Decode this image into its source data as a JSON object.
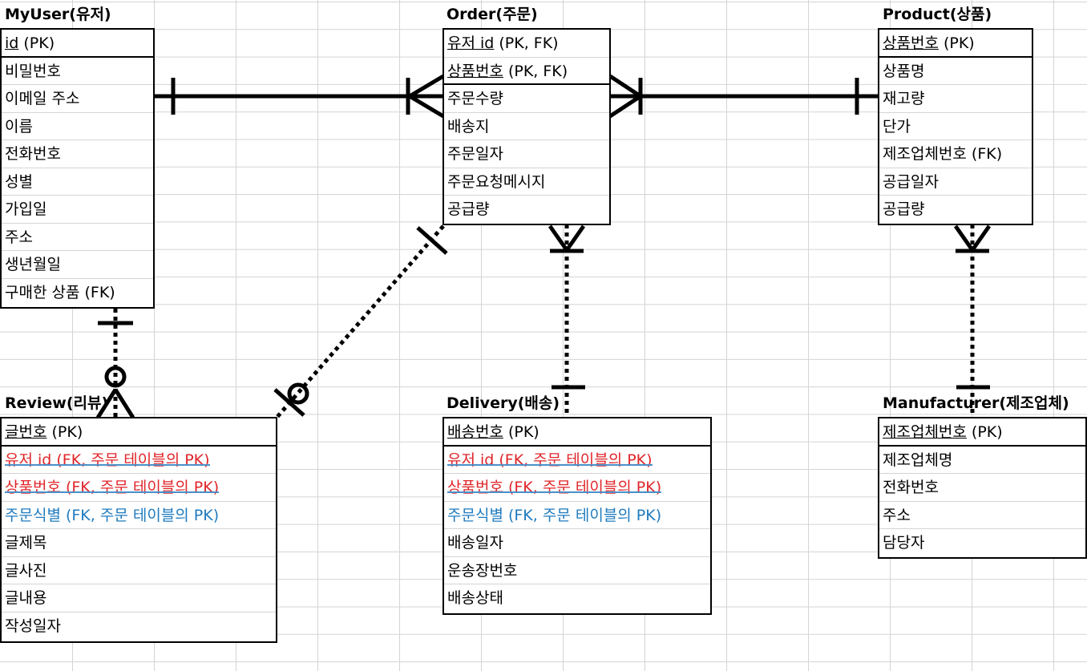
{
  "entities": {
    "myuser": {
      "title": "MyUser(유저)",
      "rows": [
        {
          "pk": "id",
          "rest": " (PK)"
        },
        {
          "text": "비밀번호"
        },
        {
          "text": "이메일 주소"
        },
        {
          "text": "이름"
        },
        {
          "text": "전화번호"
        },
        {
          "text": "성별"
        },
        {
          "text": "가입일"
        },
        {
          "text": "주소"
        },
        {
          "text": "생년월일"
        },
        {
          "text": "구매한 상품 (FK)"
        }
      ]
    },
    "order": {
      "title": "Order(주문)",
      "rows": [
        {
          "pk": "유저 id",
          "rest": " (PK, FK)"
        },
        {
          "pk": "상품번호",
          "rest": " (PK, FK)"
        },
        {
          "text": "주문수량"
        },
        {
          "text": "배송지"
        },
        {
          "text": "주문일자"
        },
        {
          "text": "주문요청메시지"
        },
        {
          "text": "공급량"
        }
      ]
    },
    "product": {
      "title": "Product(상품)",
      "rows": [
        {
          "pk": "상품번호",
          "rest": " (PK)"
        },
        {
          "text": "상품명"
        },
        {
          "text": "재고량"
        },
        {
          "text": "단가"
        },
        {
          "text": "제조업체번호 (FK)"
        },
        {
          "text": "공급일자"
        },
        {
          "text": "공급량"
        }
      ]
    },
    "review": {
      "title": "Review(리뷰)",
      "rows": [
        {
          "pk": "글번호",
          "rest": " (PK)"
        },
        {
          "strike": "유저 id (FK, 주문 테이블의 PK)"
        },
        {
          "strike": "상품번호 (FK, 주문 테이블의 PK)"
        },
        {
          "blue": "주문식별 (FK, 주문 테이블의 PK)"
        },
        {
          "text": "글제목"
        },
        {
          "text": "글사진"
        },
        {
          "text": "글내용"
        },
        {
          "text": "작성일자"
        }
      ]
    },
    "delivery": {
      "title": "Delivery(배송)",
      "rows": [
        {
          "pk": "배송번호",
          "rest": " (PK)"
        },
        {
          "strike": "유저 id (FK, 주문 테이블의 PK)"
        },
        {
          "strike": "상품번호 (FK, 주문 테이블의 PK)"
        },
        {
          "blue": "주문식별 (FK, 주문 테이블의 PK)"
        },
        {
          "text": "배송일자"
        },
        {
          "text": "운송장번호"
        },
        {
          "text": "배송상태"
        }
      ]
    },
    "manufacturer": {
      "title": "Manufacturer(제조업체)",
      "rows": [
        {
          "pk": "제조업체번호",
          "rest": " (PK)"
        },
        {
          "text": "제조업체명"
        },
        {
          "text": "전화번호"
        },
        {
          "text": "주소"
        },
        {
          "text": "담당자"
        }
      ]
    }
  },
  "colors": {
    "strike_text": "#e0262a",
    "strike_line": "#4a8fc8",
    "blue_text": "#1f7bbf"
  }
}
